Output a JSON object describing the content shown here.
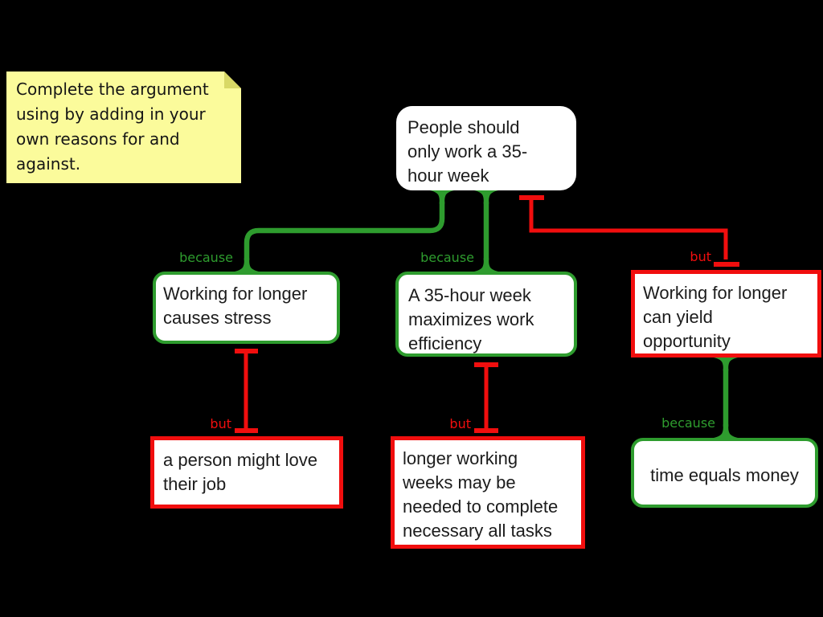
{
  "background_color": "#000000",
  "colors": {
    "support_green": "#2E9C2E",
    "objection_red": "#F10E0E",
    "note_yellow": "#FBFB9B",
    "note_fold": "#D9D966",
    "box_fill": "#FFFFFF",
    "text_dark": "#1C1C1C"
  },
  "note": {
    "lines": [
      "Complete the argument",
      "using by adding in your",
      "own reasons for and",
      "against."
    ]
  },
  "nodes": {
    "main": {
      "lines": [
        "People should",
        "only work a 35-",
        "hour week"
      ]
    },
    "reason1": {
      "lines": [
        "Working for longer",
        "causes stress"
      ]
    },
    "reason2": {
      "lines": [
        "A 35-hour week",
        "maximizes work",
        "efficiency"
      ]
    },
    "objection1": {
      "lines": [
        "Working for longer",
        "can yield",
        "opportunity"
      ]
    },
    "rebuttal1": {
      "lines": [
        "a person might love",
        "their job"
      ]
    },
    "rebuttal2": {
      "lines": [
        "longer working",
        "weeks may be",
        "needed to complete",
        "necessary all tasks"
      ]
    },
    "reason3": {
      "lines": [
        "time equals money"
      ]
    }
  },
  "connectors": {
    "because_main_reason1": {
      "label": "because"
    },
    "because_main_reason2": {
      "label": "because"
    },
    "but_main_objection1": {
      "label": "but"
    },
    "but_reason1_rebuttal1": {
      "label": "but"
    },
    "but_reason2_rebuttal2": {
      "label": "but"
    },
    "because_objection1_reason3": {
      "label": "because"
    }
  }
}
